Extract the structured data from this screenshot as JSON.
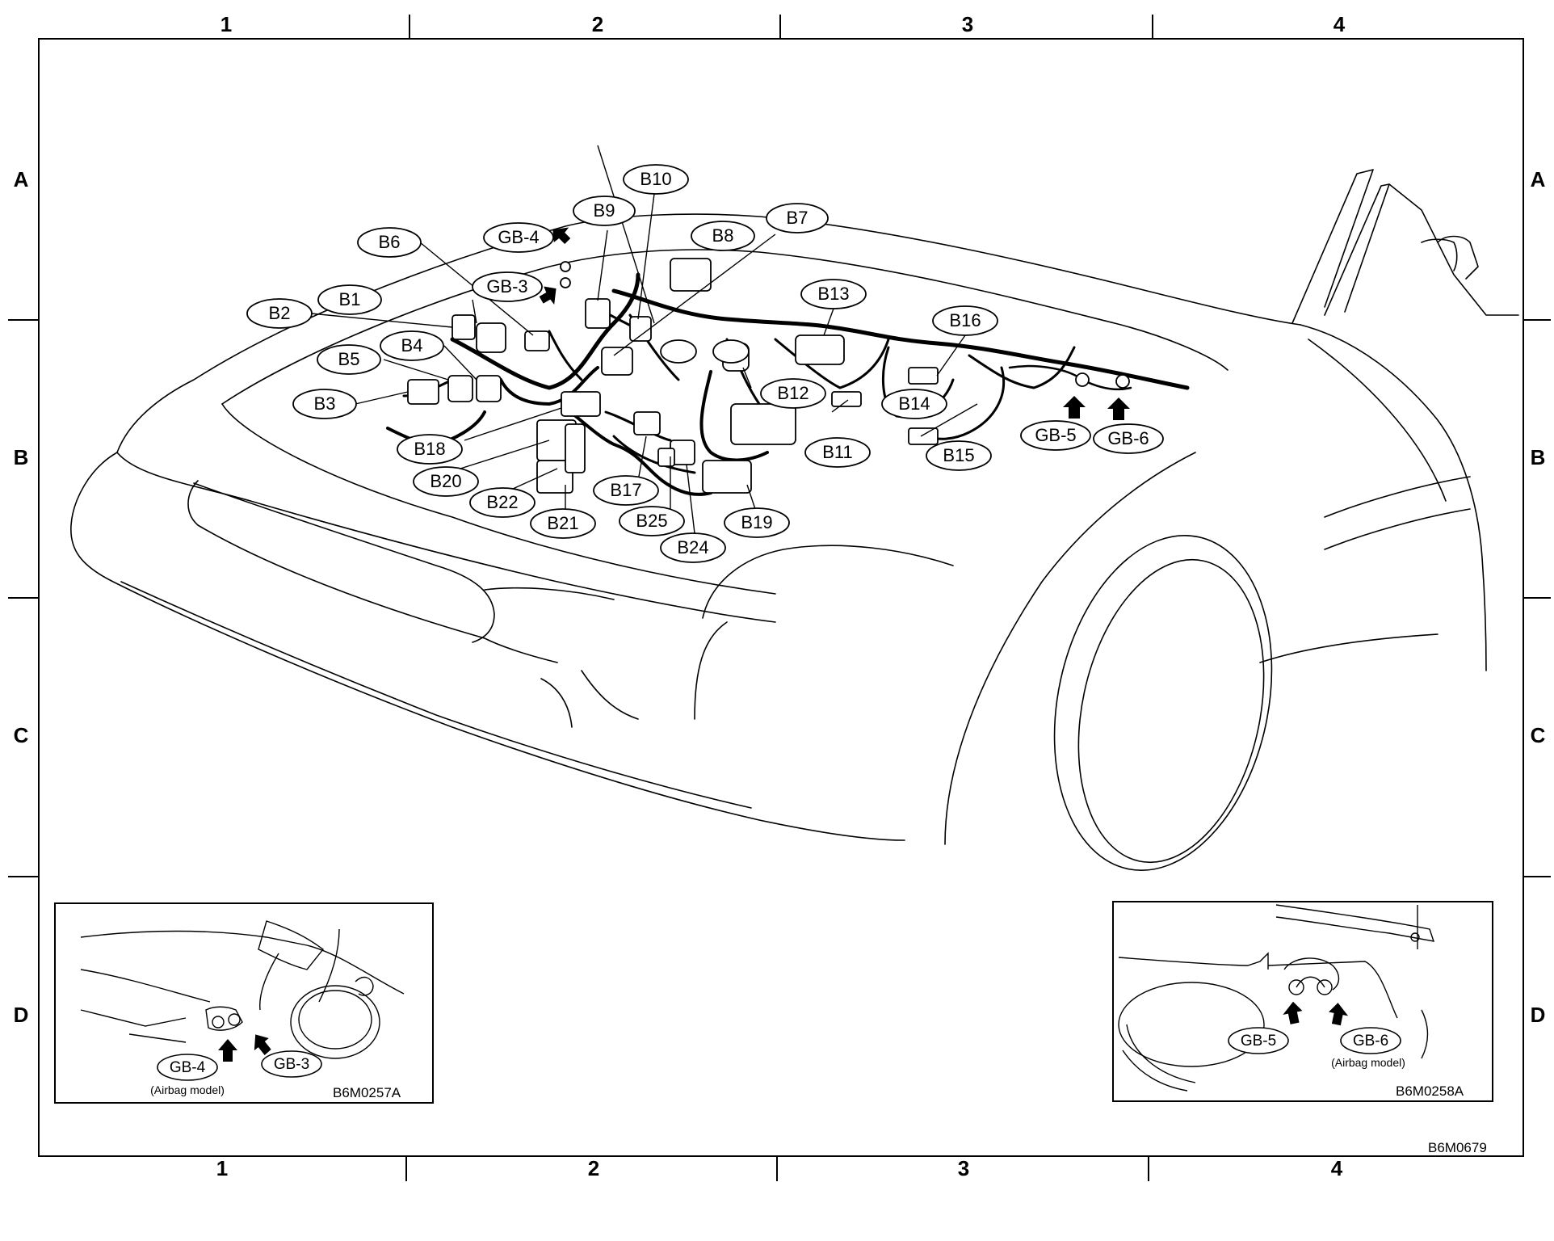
{
  "grid": {
    "columns": [
      "1",
      "2",
      "3",
      "4"
    ],
    "rows": [
      "A",
      "B",
      "C",
      "D"
    ]
  },
  "callouts": {
    "B1": "B1",
    "B2": "B2",
    "B3": "B3",
    "B4": "B4",
    "B5": "B5",
    "B6": "B6",
    "B7": "B7",
    "B8": "B8",
    "B9": "B9",
    "B10": "B10",
    "B11": "B11",
    "B12": "B12",
    "B13": "B13",
    "B14": "B14",
    "B15": "B15",
    "B16": "B16",
    "B17": "B17",
    "B18": "B18",
    "B19": "B19",
    "B20": "B20",
    "B21": "B21",
    "B22": "B22",
    "B24": "B24",
    "B25": "B25",
    "GB3": "GB-3",
    "GB4": "GB-4",
    "GB5": "GB-5",
    "GB6": "GB-6"
  },
  "inset_left": {
    "gb4": "GB-4",
    "gb3": "GB-3",
    "note": "(Airbag model)",
    "code": "B6M0257A"
  },
  "inset_right": {
    "gb5": "GB-5",
    "gb6": "GB-6",
    "note": "(Airbag model)",
    "code": "B6M0258A"
  },
  "figure_code": "B6M0679"
}
